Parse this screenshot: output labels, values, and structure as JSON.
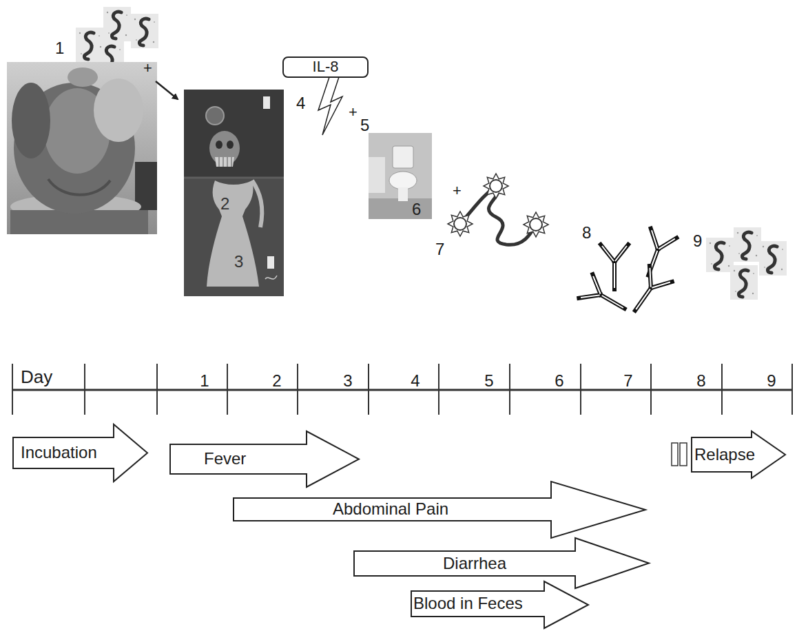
{
  "diagram": {
    "nodes": [
      {
        "text": [
          "IL-8"
        ]
      },
      {
        "text": [
          "Incubation"
        ]
      },
      {
        "text": [
          "Fever"
        ]
      },
      {
        "text": [
          "Abdominal Pain"
        ]
      },
      {
        "text": [
          "Diarrhea"
        ]
      },
      {
        "text": [
          "Blood in Feces"
        ]
      },
      {
        "text": [
          "Relapse"
        ]
      }
    ],
    "labels": [
      "1",
      "+",
      "2",
      "3",
      "4",
      "+",
      "5",
      "6",
      "+",
      "7",
      "8",
      "9",
      "Day",
      "1",
      "2",
      "3",
      "4",
      "5",
      "6",
      "7",
      "8",
      "9"
    ]
  }
}
